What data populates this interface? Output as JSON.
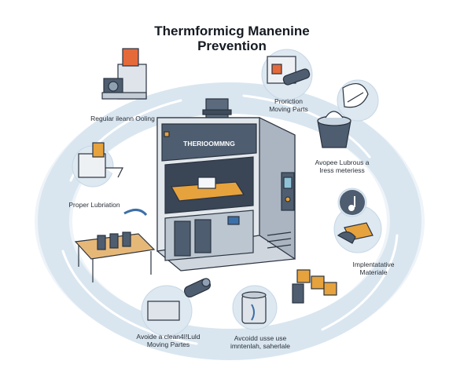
{
  "title": {
    "line1": "Thermformicg Manenine",
    "line2": "Prevention"
  },
  "machine": {
    "panel_text": "THERIOOMMNG"
  },
  "labels": {
    "regular_cleaning": "Regular ileann Ooling",
    "protection_line1": "Proriction",
    "protection_line2": "Moving Parts",
    "avoid_lubrous_line1": "Avopee Lubrous a",
    "avoid_lubrous_line2": "Iress meteriess",
    "proper_lubrication": "Proper Lubriation",
    "implement_line1": "Implentatative",
    "implement_line2": "Materiale",
    "avoid_clean_line1": "Avoide a clean4I!Luld",
    "avoid_clean_line2": "Moving Partes",
    "avoid_use_line1": "Avcoidd usse use",
    "avoid_use_line2": "imntenlah, saherlale"
  },
  "colors": {
    "ring": "#d9e6f0",
    "machine_body": "#cfd6de",
    "machine_dark": "#4f5d70",
    "accent_orange": "#e6a23c",
    "accent_blue": "#3c6fa8",
    "outline": "#2a3340"
  },
  "icons": {
    "cleaning": "machine-part-icon",
    "protection": "roller-guard-icon",
    "lubrous": "cleaning-bucket-icon",
    "lubrication": "lubrication-tool-icon",
    "workbench": "workbench-icon",
    "implement": "hand-materials-icon",
    "avoid_clean": "roller-press-icon",
    "avoid_use": "lubricant-canister-icon",
    "materials": "material-blocks-icon",
    "music": "music-note-icon",
    "leaf": "leaf-icon"
  }
}
